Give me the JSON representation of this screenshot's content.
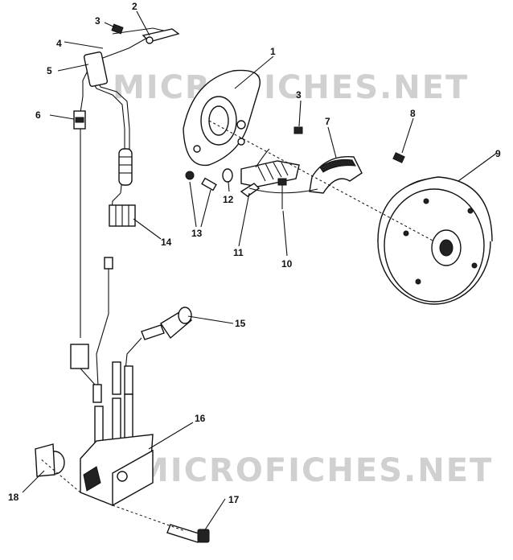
{
  "watermark": "MICROFICHES.NET",
  "callouts": [
    "1",
    "2",
    "3",
    "3",
    "4",
    "5",
    "6",
    "7",
    "8",
    "9",
    "10",
    "11",
    "12",
    "13",
    "14",
    "15",
    "16",
    "17",
    "18"
  ]
}
